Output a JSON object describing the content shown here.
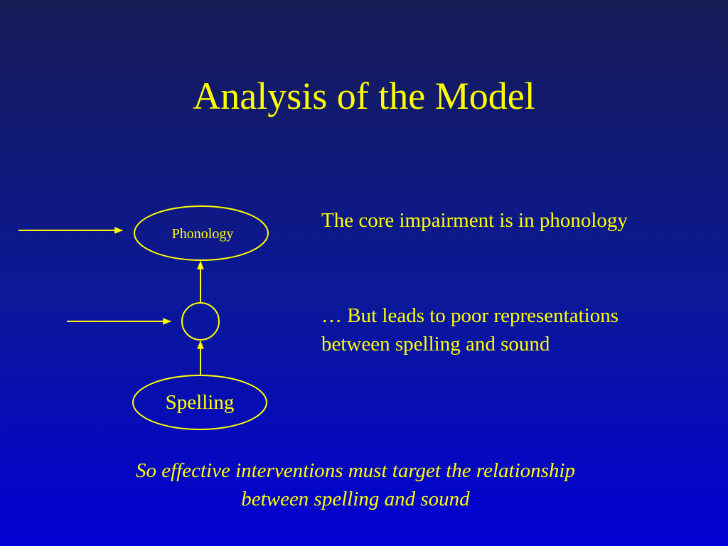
{
  "slide": {
    "title": "Analysis of the Model",
    "colors": {
      "text": "#ffff00",
      "background_top": "#161b55",
      "background_bottom": "#0000d4"
    }
  },
  "diagram": {
    "phonology_label": "Phonology",
    "spelling_label": "Spelling"
  },
  "points": [
    {
      "lines": [
        "The core impairment is in phonology"
      ]
    },
    {
      "lines": [
        "… But leads to poor representations",
        "between spelling and sound"
      ]
    }
  ],
  "conclusion": {
    "lines": [
      "So effective interventions must target the relationship",
      "between spelling and sound"
    ]
  }
}
